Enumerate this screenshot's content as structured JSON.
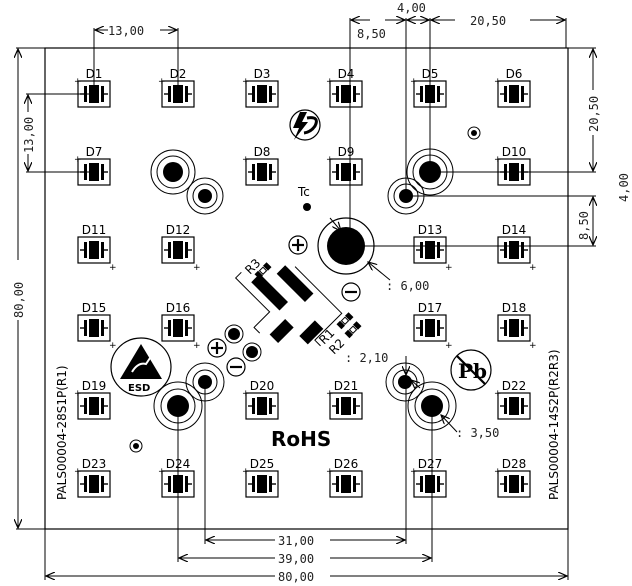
{
  "board": {
    "left_label": "PALS00004-28S1P(R1)",
    "right_label": "PALS00004-14S2P(R2R3)",
    "rohs_label": "RoHS",
    "esd_label": "ESD",
    "pb_free_label": "Pb",
    "tc_label": "Tc"
  },
  "leds": [
    {
      "id": "D1"
    },
    {
      "id": "D2"
    },
    {
      "id": "D3"
    },
    {
      "id": "D4"
    },
    {
      "id": "D5"
    },
    {
      "id": "D6"
    },
    {
      "id": "D7"
    },
    {
      "id": "D8"
    },
    {
      "id": "D9"
    },
    {
      "id": "D10"
    },
    {
      "id": "D11"
    },
    {
      "id": "D12"
    },
    {
      "id": "D13"
    },
    {
      "id": "D14"
    },
    {
      "id": "D15"
    },
    {
      "id": "D16"
    },
    {
      "id": "D17"
    },
    {
      "id": "D18"
    },
    {
      "id": "D19"
    },
    {
      "id": "D20"
    },
    {
      "id": "D21"
    },
    {
      "id": "D22"
    },
    {
      "id": "D23"
    },
    {
      "id": "D24"
    },
    {
      "id": "D25"
    },
    {
      "id": "D26"
    },
    {
      "id": "D27"
    },
    {
      "id": "D28"
    }
  ],
  "resistors": {
    "r1": "R1",
    "r2": "R2",
    "r3": "R3"
  },
  "dimensions": {
    "led_pitch_x": "13,00",
    "led_pitch_y": "13,00",
    "board_height": "80,00",
    "board_width": "80,00",
    "top_offset_a": "8,50",
    "top_offset_b": "4,00",
    "top_offset_c": "20,50",
    "right_offset_a": "20,50",
    "right_offset_b": "4,00",
    "right_offset_c": "8,50",
    "center_hole_dia": ": 6,00",
    "small_hole_dia": ": 2,10",
    "mid_hole_dia": ": 3,50",
    "bottom_span_inner": "31,00",
    "bottom_span_outer": "39,00"
  }
}
